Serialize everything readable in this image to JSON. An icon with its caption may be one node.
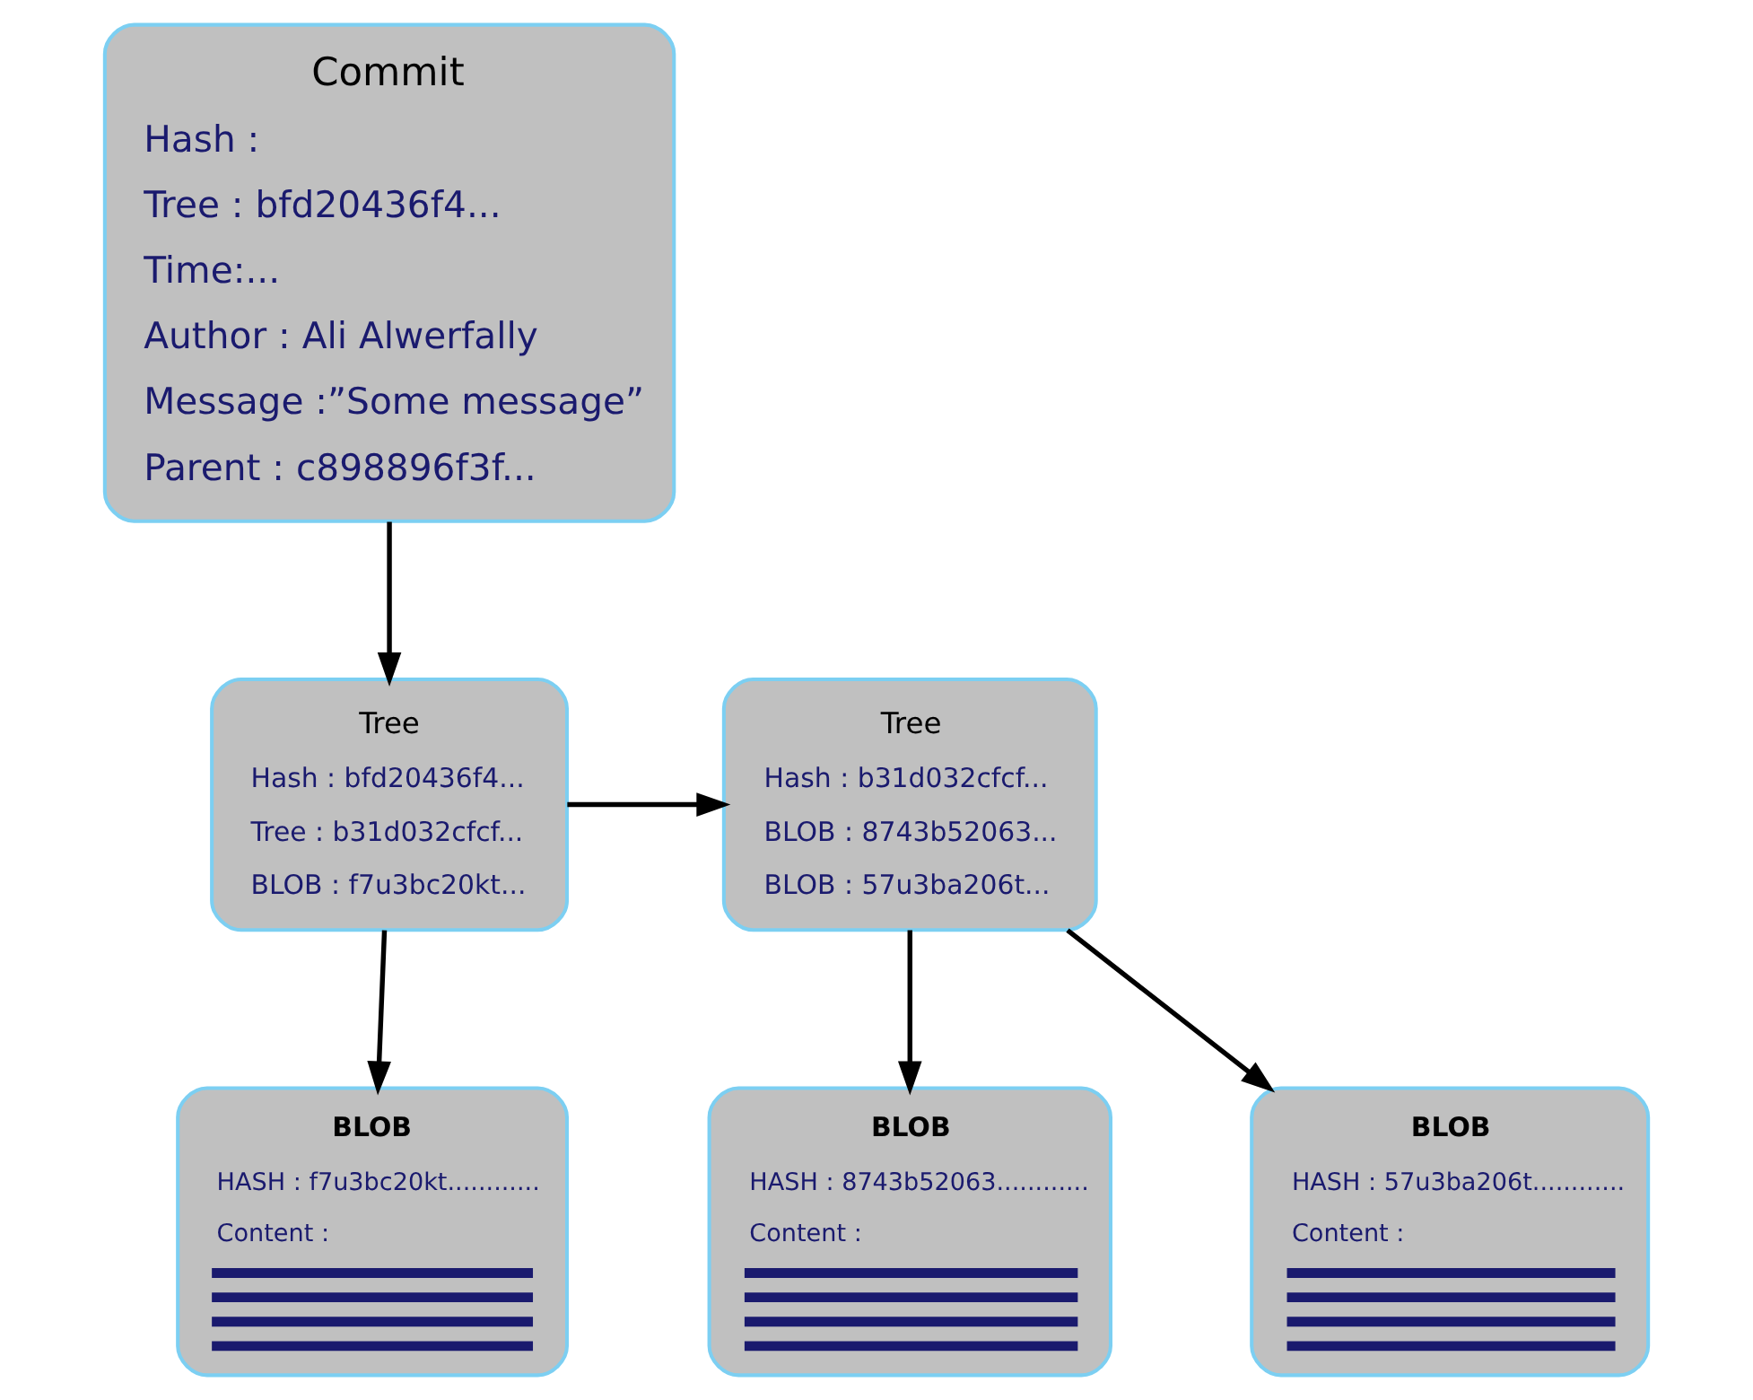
{
  "diagram": {
    "nodes": [
      {
        "text": [
          "Commit",
          "Hash :",
          "Tree : bfd20436f4...",
          "Time:...",
          "Author : Ali Alwerfally",
          "Message :”Some message”",
          "Parent : c898896f3f..."
        ]
      },
      {
        "text": [
          "Tree",
          "Hash : bfd20436f4...",
          "Tree : b31d032cfcf...",
          "BLOB : f7u3bc20kt..."
        ]
      },
      {
        "text": [
          "Tree",
          "Hash : b31d032cfcf...",
          "BLOB : 8743b52063...",
          "BLOB : 57u3ba206t..."
        ]
      },
      {
        "text": [
          "BLOB",
          "HASH : f7u3bc20kt............",
          "Content :"
        ]
      },
      {
        "text": [
          "BLOB",
          "HASH : 8743b52063............",
          "Content :"
        ]
      },
      {
        "text": [
          "BLOB",
          "HASH : 57u3ba206t............",
          "Content :"
        ]
      }
    ],
    "edges": [
      {
        "from": 0,
        "to": 1,
        "arrow": "to"
      },
      {
        "from": 1,
        "to": 2,
        "arrow": "to"
      },
      {
        "from": 1,
        "to": 3,
        "arrow": "to"
      },
      {
        "from": 2,
        "to": 4,
        "arrow": "to"
      },
      {
        "from": 2,
        "to": 5,
        "arrow": "to"
      }
    ]
  }
}
